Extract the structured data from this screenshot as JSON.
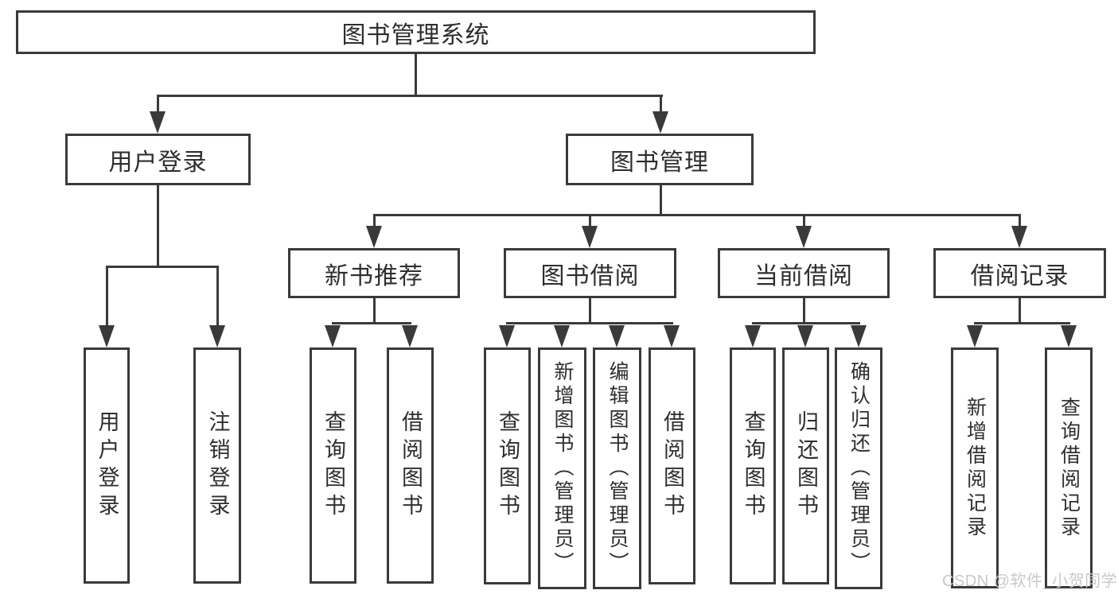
{
  "diagram": {
    "colors": {
      "line": "#3a3a3a",
      "text": "#2e2e2e",
      "watermark": "#c9c9c9",
      "background": "#ffffff"
    },
    "nodes": {
      "root": "图书管理系统",
      "user_login": "用户登录",
      "book_management": "图书管理",
      "new_book_recommend": "新书推荐",
      "book_borrow": "图书借阅",
      "current_borrow": "当前借阅",
      "borrow_records": "借阅记录",
      "leaf_user_login": "用户登录",
      "leaf_logout": "注销登录",
      "leaf_nb_query": "查询图书",
      "leaf_nb_borrow": "借阅图书",
      "leaf_bb_query": "查询图书",
      "leaf_bb_add": "新增图书（管理员）",
      "leaf_bb_edit": "编辑图书（管理员）",
      "leaf_bb_borrow": "借阅图书",
      "leaf_cb_query": "查询图书",
      "leaf_cb_return": "归还图书",
      "leaf_cb_confirm": "确认归还（管理员）",
      "leaf_br_add": "新增借阅记录",
      "leaf_br_query": "查询借阅记录"
    },
    "watermark": "CSDN @软件_小贺同学"
  }
}
